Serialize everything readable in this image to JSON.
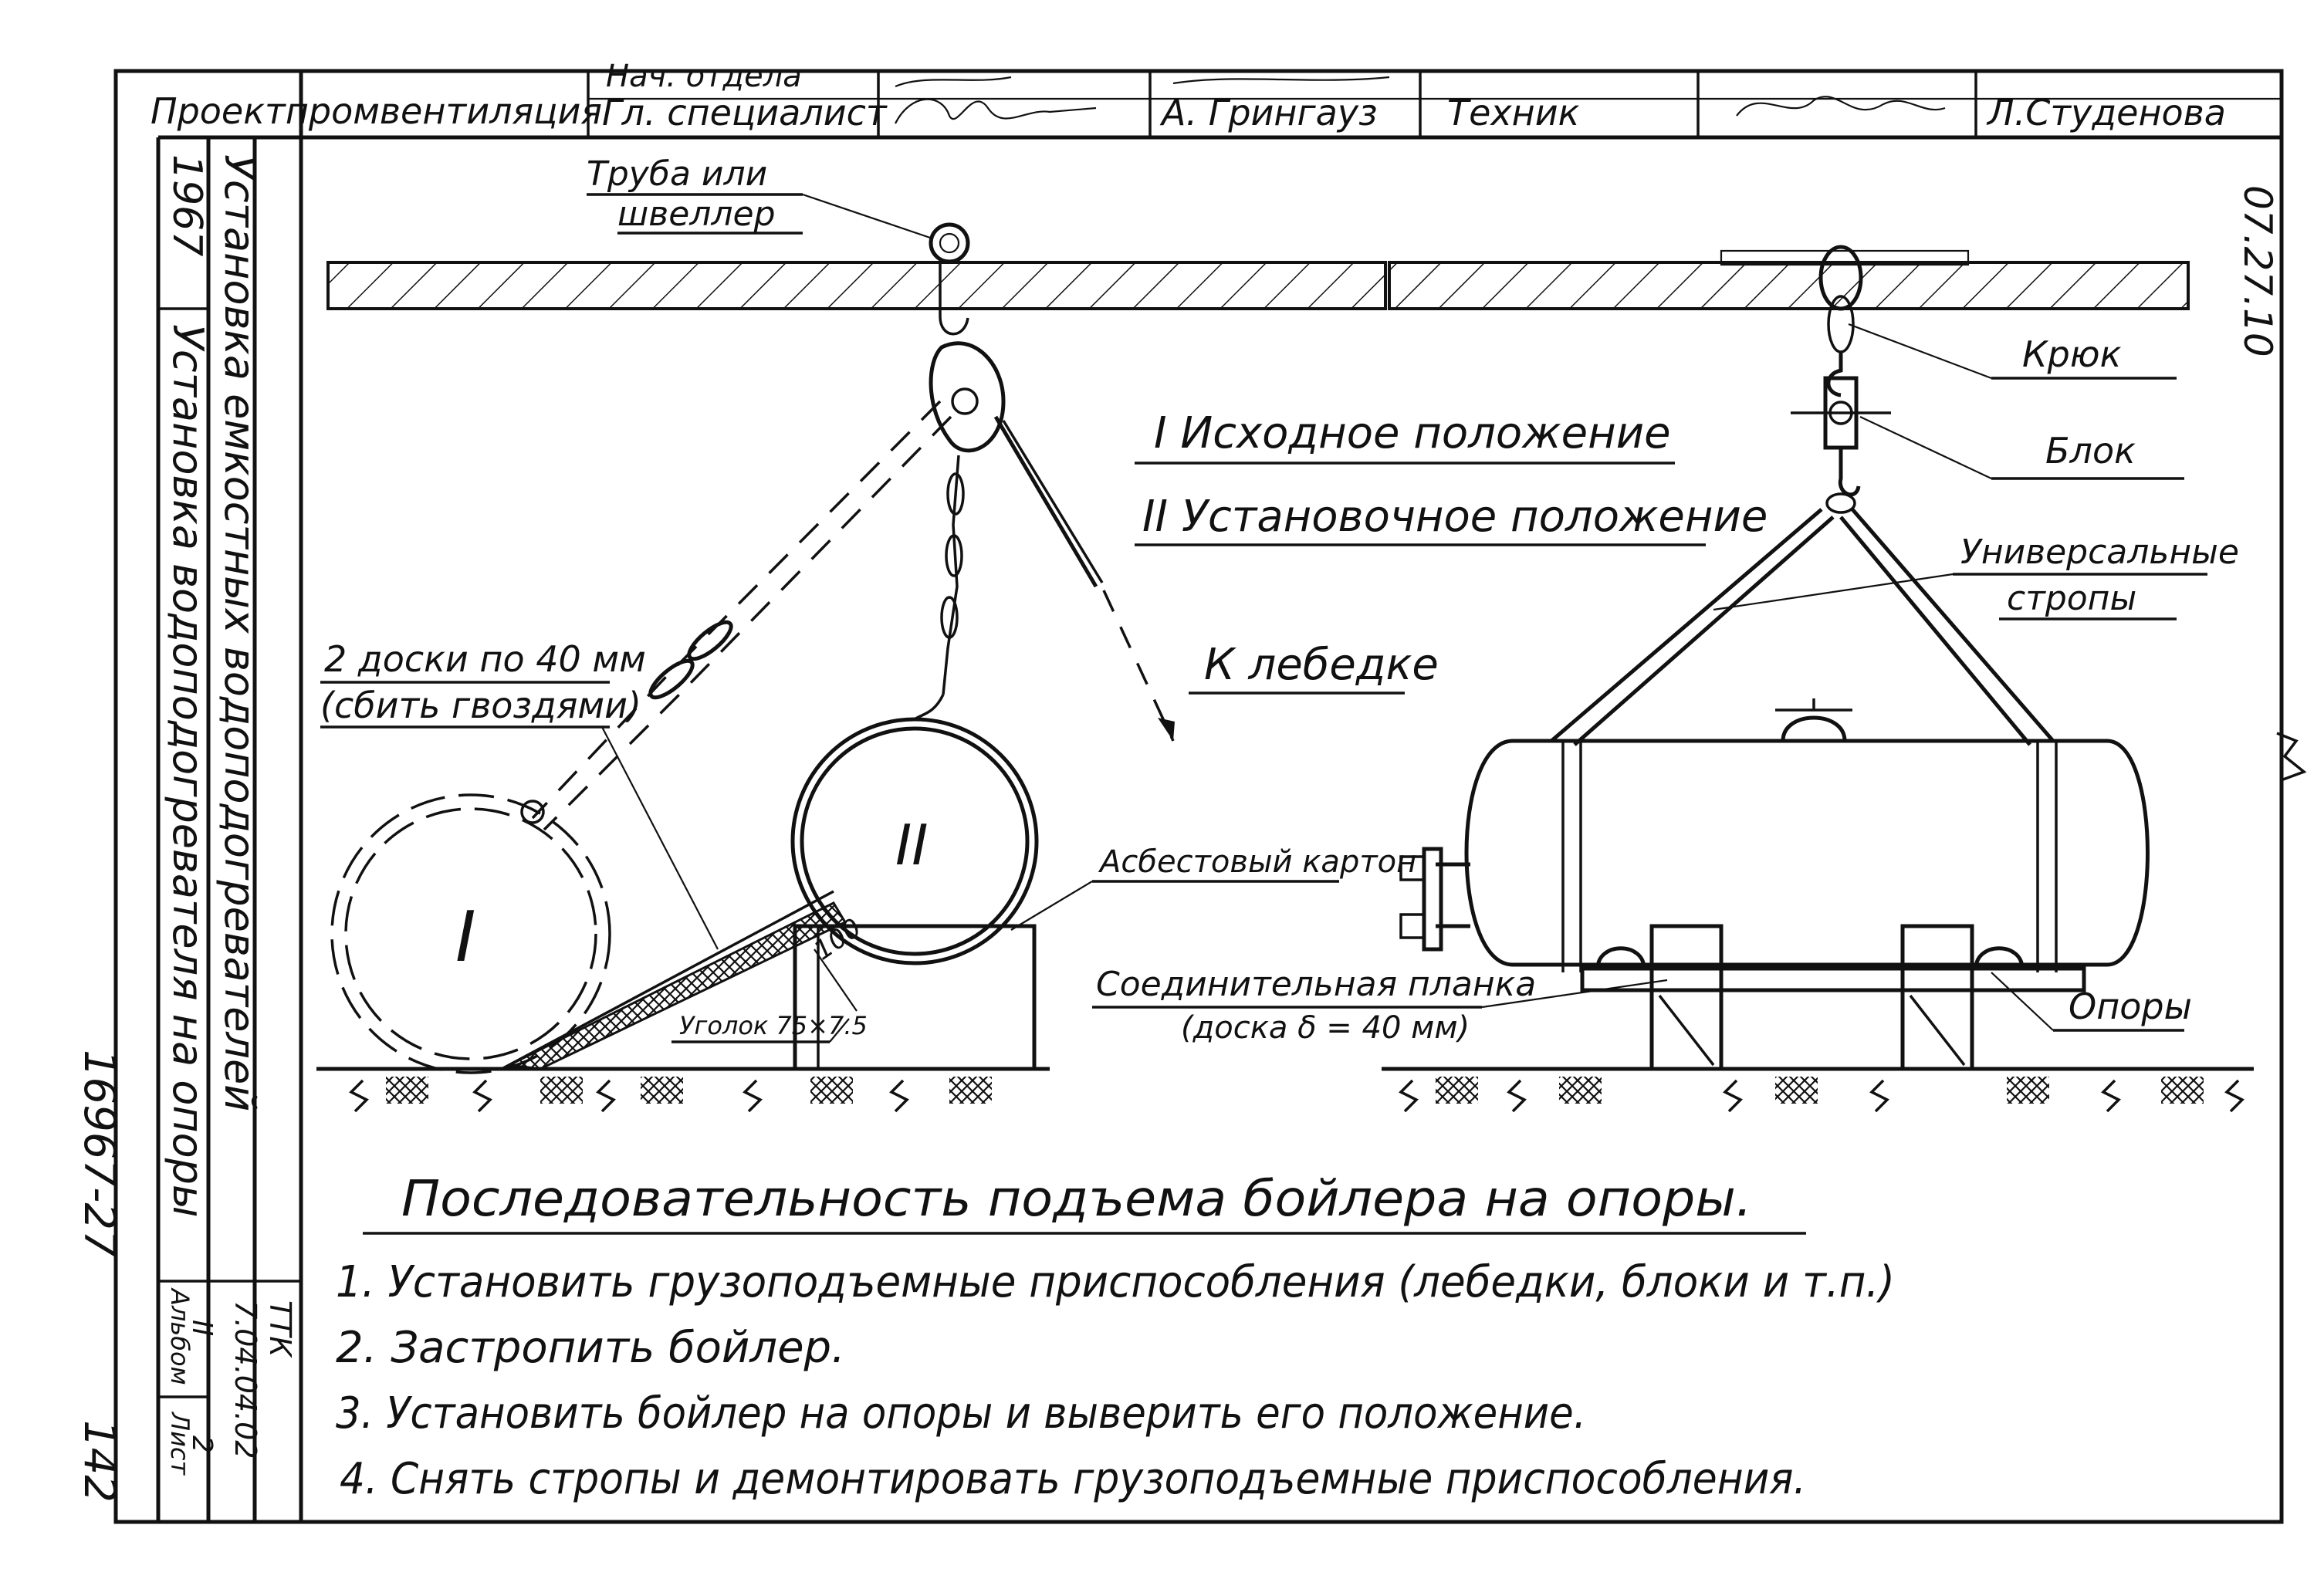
{
  "title_block": {
    "organization": "Проектпромвентиляция",
    "clipped_header": "Нач. отдела",
    "role_chief": "Гл. специалист",
    "name_chief": "А. Грингауз",
    "role_tech": "Техник",
    "name_tech": "Л.Студенова"
  },
  "side_block": {
    "year": "1967",
    "section_title": "Установка емкостных водоподогревателей",
    "sheet_title": "Установка водоподогревателя на опоры",
    "code_label": "ТТК",
    "code": "7.04.04.02",
    "album_label": "Альбом",
    "album": "II",
    "sheet_label": "Лист",
    "sheet": "2"
  },
  "corner_code": "07.27.10",
  "archive_number": "16967-27",
  "page_number": "142",
  "drawing": {
    "pipe_label_1": "Труба или",
    "pipe_label_2": "швеллер",
    "legend_1": "I Исходное положение",
    "legend_2": "II Установочное положение",
    "winch": "К лебедке",
    "boards_1": "2 доски по 40 мм",
    "boards_2": "(сбить гвоздями)",
    "asbestos": "Асбестовый картон",
    "angle": "Уголок 75×7.5",
    "dim_100": "100",
    "pos_1": "I",
    "pos_2": "II",
    "hook": "Крюк",
    "block": "Блок",
    "slings_1": "Универсальные",
    "slings_2": "стропы",
    "plank_1": "Соединительная планка",
    "plank_2": "(доска δ = 40 мм)",
    "supports": "Опоры"
  },
  "sequence": {
    "heading": "Последовательность подъема бойлера на опоры.",
    "steps": [
      "1. Установить грузоподъемные приспособления (лебедки, блоки и т.п.)",
      "2. Застропить бойлер.",
      "3. Установить бойлер на опоры и выверить его положение.",
      "4. Снять стропы и демонтировать грузоподъемные приспособления."
    ]
  }
}
